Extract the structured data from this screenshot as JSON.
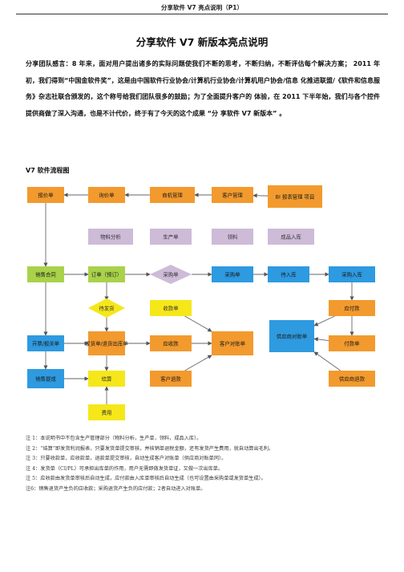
{
  "page_header": "分享软件 V7 亮点说明（P1）",
  "title": "分享软件 V7 新版本亮点说明",
  "intro_lines": [
    "分享团队感言：8 年来，面对用户提出诸多的实际问题使我们不断的思考，不断归纳，不断评估每个解决方案；",
    "2011 年初，我们得到“中国金软件奖”，这是由中国软件行业协会/计算机行业协会/计算机用户协会/信息",
    "化推进联盟/《软件和信息服务》杂志社联合颁发的，这个称号给我们团队很多的鼓励；为了全面提升客户的",
    "体验，在 2011 下半年始，我们与各个控件提供商做了深入沟通，也是不计代价，终于有了今天的这个成果 “分",
    "享软件 V7 新版本” 。"
  ],
  "section_heading": "V7 软件流程图",
  "colors": {
    "orange": "#f29a2e",
    "blue": "#2e9ae0",
    "yellow": "#f6e71a",
    "lavender": "#cdbbd8",
    "green": "#a9d24a"
  },
  "flowchart_nodes": [
    {
      "id": "quote",
      "label": "报价单",
      "color": "orange"
    },
    {
      "id": "inquiry",
      "label": "询价单",
      "color": "orange"
    },
    {
      "id": "opportunity",
      "label": "商机管理",
      "color": "orange"
    },
    {
      "id": "customer",
      "label": "客户管理",
      "color": "orange"
    },
    {
      "id": "bi",
      "label": "BI 报表管理 项目",
      "color": "orange"
    },
    {
      "id": "mrp",
      "label": "物料分析",
      "color": "lavender"
    },
    {
      "id": "production",
      "label": "生产单",
      "color": "lavender"
    },
    {
      "id": "material",
      "label": "领料",
      "color": "lavender"
    },
    {
      "id": "fg_in",
      "label": "成品入库",
      "color": "lavender"
    },
    {
      "id": "sales_contract",
      "label": "销售合同",
      "color": "green"
    },
    {
      "id": "order",
      "label": "订单（预订）",
      "color": "green"
    },
    {
      "id": "purchase_q",
      "label": "采购单",
      "color": "lavender"
    },
    {
      "id": "po",
      "label": "采购单",
      "color": "blue"
    },
    {
      "id": "pending_in",
      "label": "待入库",
      "color": "blue"
    },
    {
      "id": "po_in",
      "label": "采购入库",
      "color": "blue"
    },
    {
      "id": "to_ship",
      "label": "待发货",
      "color": "yellow"
    },
    {
      "id": "receipt",
      "label": "收款单",
      "color": "yellow"
    },
    {
      "id": "payable",
      "label": "应付款",
      "color": "orange"
    },
    {
      "id": "invoice",
      "label": "开票/报关单",
      "color": "blue"
    },
    {
      "id": "ship",
      "label": "发货单/退货出库单",
      "color": "orange"
    },
    {
      "id": "receivable",
      "label": "应收款",
      "color": "orange"
    },
    {
      "id": "recon",
      "label": "客户对账单",
      "color": "orange"
    },
    {
      "id": "vendor_recon",
      "label": "供应商对账单",
      "color": "blue"
    },
    {
      "id": "payment",
      "label": "付款单",
      "color": "orange"
    },
    {
      "id": "commission",
      "label": "销售提成",
      "color": "blue"
    },
    {
      "id": "settle",
      "label": "结算",
      "color": "yellow"
    },
    {
      "id": "cust_return",
      "label": "客户退款",
      "color": "orange"
    },
    {
      "id": "vendor_return",
      "label": "供应商退款",
      "color": "orange"
    },
    {
      "id": "expense",
      "label": "费用",
      "color": "yellow"
    }
  ],
  "notes": [
    "注 1：本说明书中不包含生产管理部分（物料分析，生产单，领料，成品入库）。",
    "注 2：“结算”即发货利润报表，只要发货单提交审核，并核销单退税金额，还有发货产生费用，就自动算出毛利。",
    "注 3：只要收款单，应收款单，退款单提交审核，自动生成客户对账单（供应商对账单同）。",
    "注 4：发货单（CI/PL）可承担出库单的作用，用户无需即做发货单证，又做一次出库单。",
    "注 5：应收款由发货单审核后自动生成，应付款由入库单审核后自动生成（也可设置由采购单或发货单生成）。",
    "注6：销售退货产生负的应收款；采购退货产生负的应付款；2者自动进入对账单。"
  ]
}
